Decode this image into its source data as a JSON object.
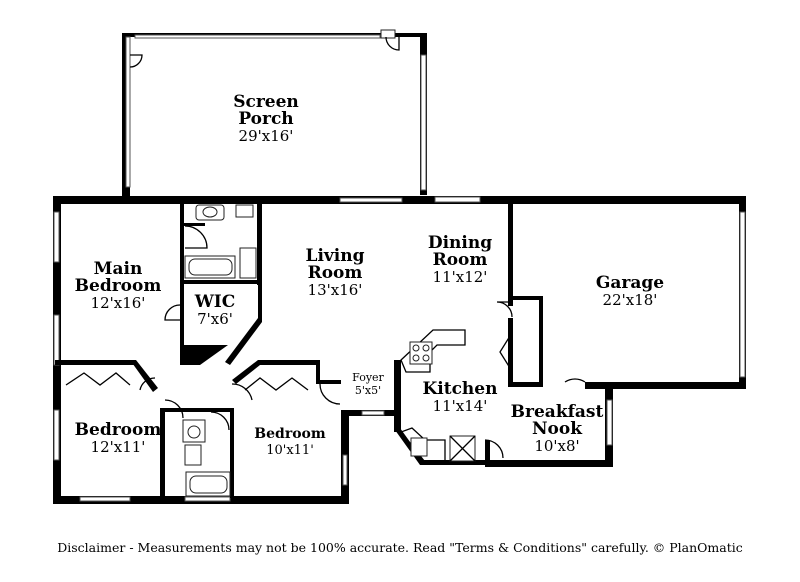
{
  "rooms": {
    "screen_porch": {
      "line1": "Screen",
      "line2": "Porch",
      "dim": "29'x16'"
    },
    "main_bedroom": {
      "line1": "Main",
      "line2": "Bedroom",
      "dim": "12'x16'"
    },
    "wic": {
      "name": "WIC",
      "dim": "7'x6'"
    },
    "living_room": {
      "line1": "Living",
      "line2": "Room",
      "dim": "13'x16'"
    },
    "dining_room": {
      "line1": "Dining",
      "line2": "Room",
      "dim": "11'x12'"
    },
    "garage": {
      "name": "Garage",
      "dim": "22'x18'"
    },
    "foyer": {
      "name": "Foyer",
      "dim": "5'x5'"
    },
    "kitchen": {
      "name": "Kitchen",
      "dim": "11'x14'"
    },
    "breakfast_nook": {
      "line1": "Breakfast",
      "line2": "Nook",
      "dim": "10'x8'"
    },
    "bedroom_left": {
      "name": "Bedroom",
      "dim": "12'x11'"
    },
    "bedroom_right": {
      "name": "Bedroom",
      "dim": "10'x11'"
    }
  },
  "disclaimer": "Disclaimer - Measurements may not be 100% accurate. Read \"Terms & Conditions\" carefully. © PlanOmatic"
}
